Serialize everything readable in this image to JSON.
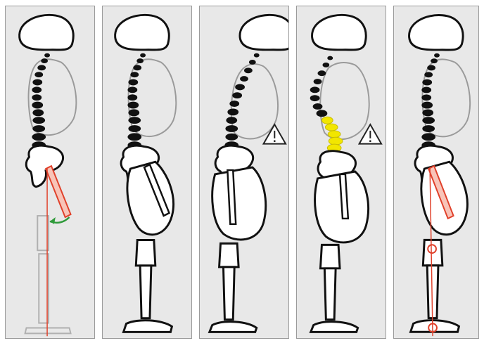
{
  "figure": {
    "panel_count": 5,
    "panels": [
      {
        "id": "panel-1",
        "warning": false,
        "highlight": "femur-alignment-red",
        "arrow": "green-curved-arrow"
      },
      {
        "id": "panel-2",
        "warning": false,
        "highlight": "none"
      },
      {
        "id": "panel-3",
        "warning": true,
        "highlight": "none"
      },
      {
        "id": "panel-4",
        "warning": true,
        "highlight": "yellow-lumbar-vertebrae"
      },
      {
        "id": "panel-5",
        "warning": false,
        "highlight": "red-alignment-line"
      }
    ]
  },
  "colors": {
    "background": "#e8e8e8",
    "outline": "#111111",
    "faint_outline": "#9a9a9a",
    "alignment_red": "#e0402a",
    "arrow_green": "#2f9a3a",
    "vertebra_yellow": "#f2e600",
    "warning_stroke": "#222222"
  },
  "icons": {
    "warning": "warning-triangle-icon"
  }
}
